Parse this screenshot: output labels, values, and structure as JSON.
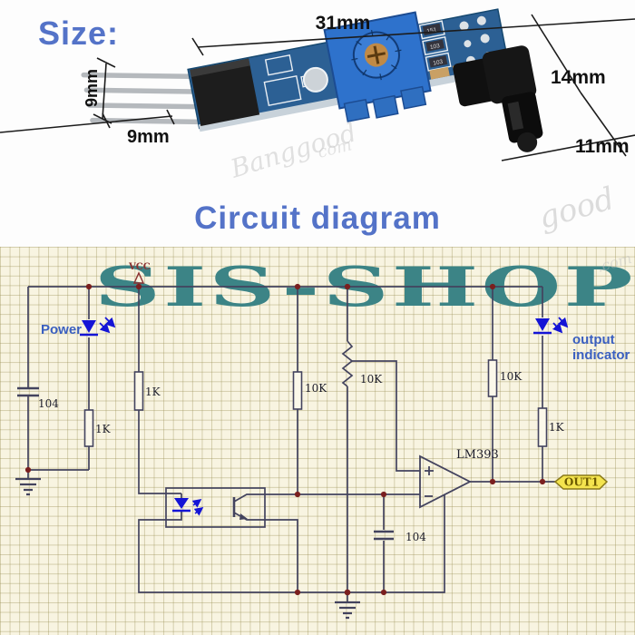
{
  "size_section": {
    "heading": "Size:",
    "dim_board_length": "31mm",
    "dim_pin_length": "9mm",
    "dim_header_width": "9mm",
    "dim_board_height": "14mm",
    "dim_sensor_height": "11mm",
    "smd_labels": [
      "151",
      "103",
      "103"
    ]
  },
  "title": "Circuit diagram",
  "watermark": {
    "shop": "SIS-SHOP",
    "script1": "Banggood",
    "script2": "good",
    "script3": "com",
    "script4": ".com"
  },
  "circuit": {
    "vcc": "VCC",
    "power": "Power",
    "output_line1": "output",
    "output_line2": "indicator",
    "comparator": "LM393",
    "out_tag": "OUT1",
    "r_power_led": "1K",
    "r_ir_led": "1K",
    "r_divider": "10K",
    "r_pot": "10K",
    "r_pullup": "10K",
    "r_indicator": "1K",
    "c_input": "104",
    "c_filter": "104",
    "colors": {
      "wire": "#43435e",
      "junction": "#7a1f1f",
      "led_blue": "#1414d6",
      "label_blue": "#3a5fc0",
      "watermark_teal": "#3c8486",
      "heading_blue": "#5473c8",
      "tag_fill": "#f4e44e",
      "vcc_red": "#8a3030"
    }
  }
}
